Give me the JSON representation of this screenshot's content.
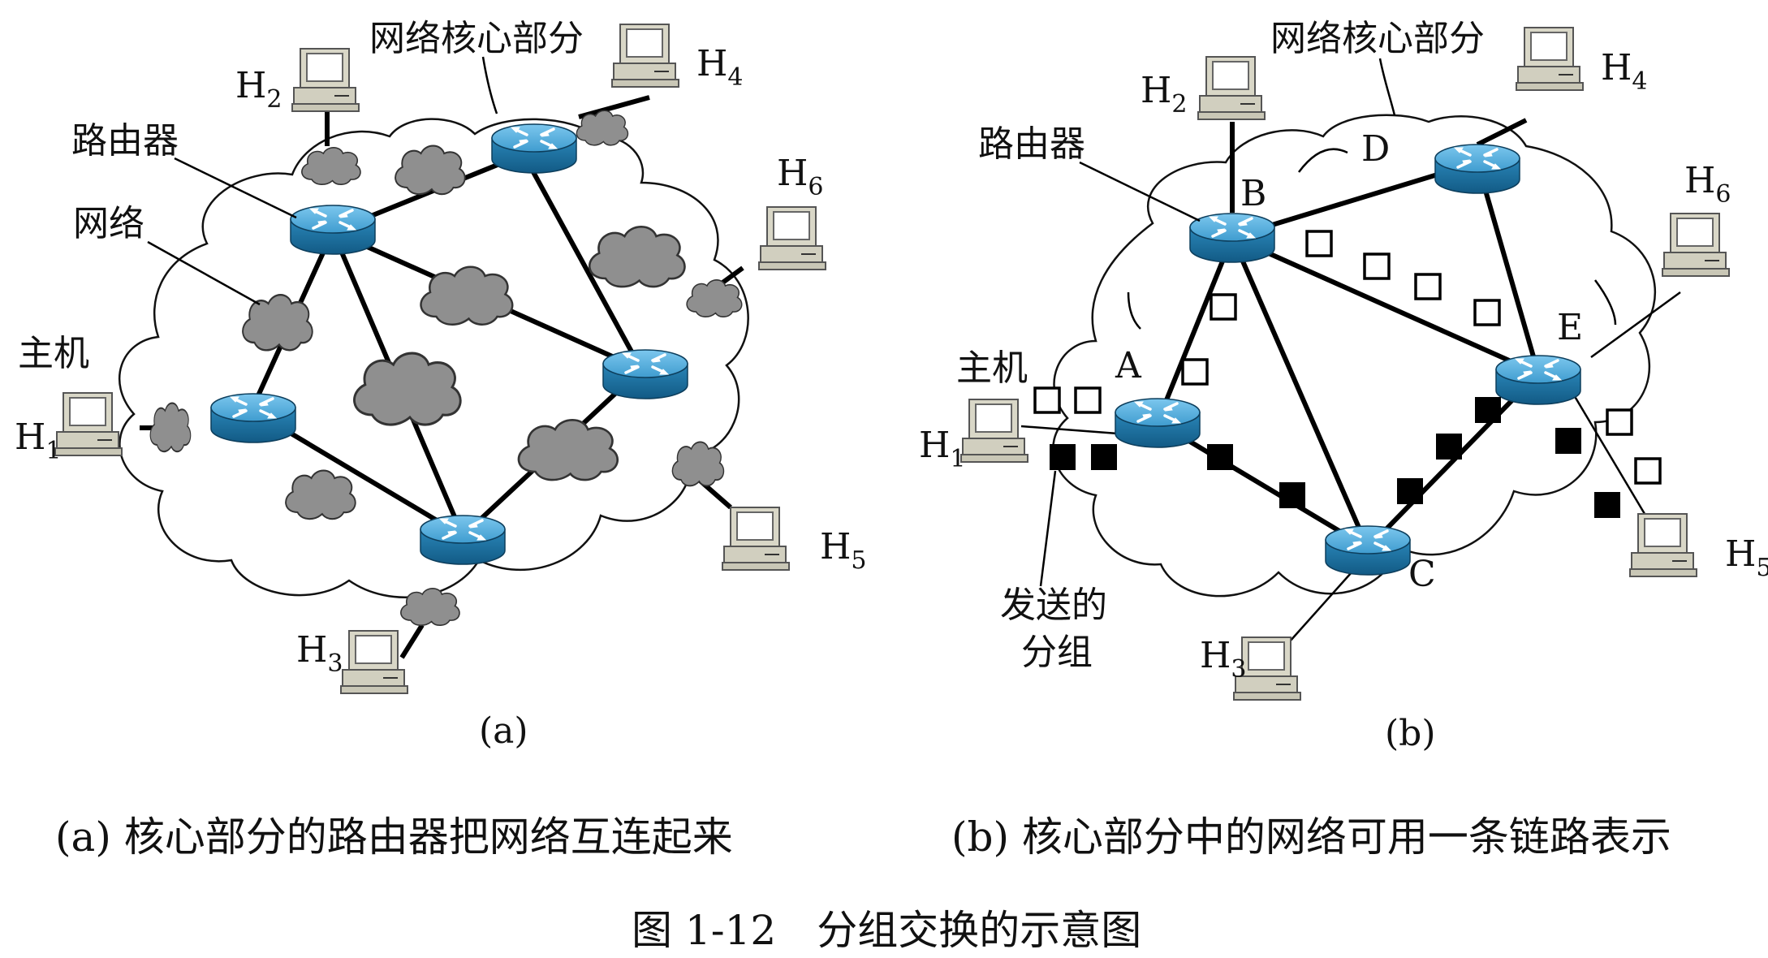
{
  "panel_a": {
    "label_core": "网络核心部分",
    "label_router": "路由器",
    "label_network": "网络",
    "label_host": "主机",
    "hosts": {
      "h1": "H1",
      "h2": "H2",
      "h3": "H3",
      "h4": "H4",
      "h5": "H5",
      "h6": "H6"
    },
    "tag": "(a)",
    "caption": "(a) 核心部分的路由器把网络互连起来"
  },
  "panel_b": {
    "label_core": "网络核心部分",
    "label_router": "路由器",
    "label_host": "主机",
    "label_sent_line1": "发送的",
    "label_sent_line2": "分组",
    "nodes": {
      "a": "A",
      "b": "B",
      "c": "C",
      "d": "D",
      "e": "E"
    },
    "hosts": {
      "h1": "H1",
      "h2": "H2",
      "h3": "H3",
      "h4": "H4",
      "h5": "H5",
      "h6": "H6"
    },
    "tag": "(b)",
    "caption": "(b) 核心部分中的网络可用一条链路表示"
  },
  "figure_title": "图 1-12　分组交换的示意图",
  "colors": {
    "router_top": "#4aa6d6",
    "router_side": "#1c6f9e",
    "cloud_gray": "#8f8f8f",
    "computer": "#d8d6c6"
  }
}
